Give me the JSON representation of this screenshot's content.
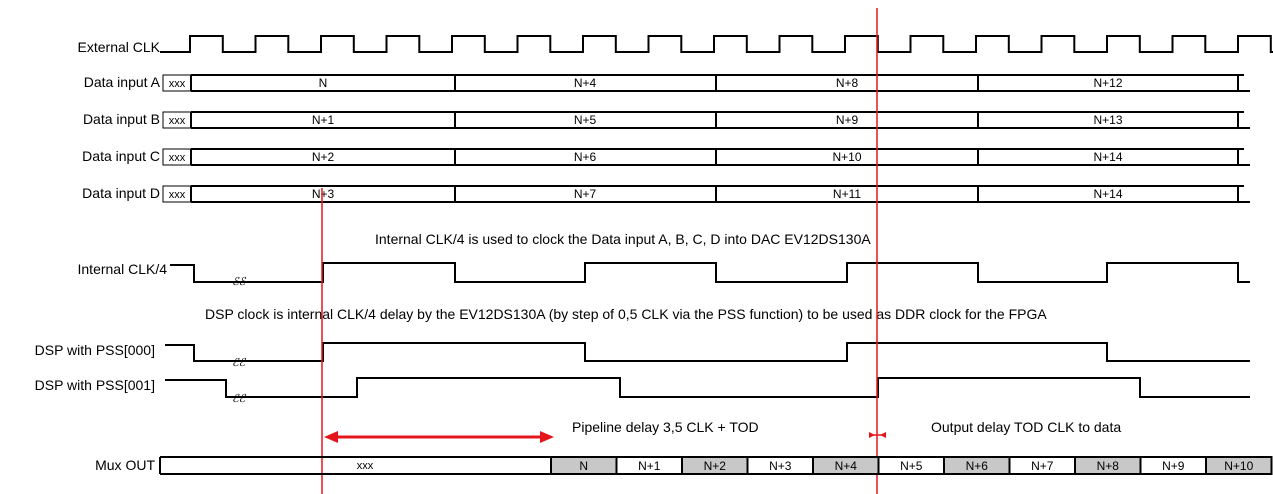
{
  "clock": {
    "label": "External CLK",
    "cycles": 17
  },
  "data_inputs": [
    {
      "label": "Data input A",
      "initial": "xxx",
      "values": [
        "N",
        "N+4",
        "N+8",
        "N+12"
      ]
    },
    {
      "label": "Data input B",
      "initial": "xxx",
      "values": [
        "N+1",
        "N+5",
        "N+9",
        "N+13"
      ]
    },
    {
      "label": "Data input C",
      "initial": "xxx",
      "values": [
        "N+2",
        "N+6",
        "N+10",
        "N+14"
      ]
    },
    {
      "label": "Data input D",
      "initial": "xxx",
      "values": [
        "N+3",
        "N+7",
        "N+11",
        "N+14"
      ]
    }
  ],
  "notes": {
    "internal_clk": "Internal CLK/4 is used to clock the Data input A, B, C, D into DAC EV12DS130A",
    "dsp_clock": "DSP clock is internal CLK/4 delay by the EV12DS130A (by step of 0,5 CLK via the PSS function) to be used as DDR clock for the FPGA",
    "pipeline": "Pipeline delay 3,5 CLK + TOD",
    "output": "Output delay TOD CLK to data"
  },
  "internal_clk": {
    "label": "Internal CLK/4"
  },
  "dsp_signals": [
    {
      "label": "DSP with PSS[000]"
    },
    {
      "label": "DSP with PSS[001]"
    }
  ],
  "skip_symbol": "ℰℰ",
  "mux_out": {
    "label": "Mux OUT",
    "initial": "xxx",
    "values": [
      "N",
      "N+1",
      "N+2",
      "N+3",
      "N+4",
      "N+5",
      "N+6",
      "N+7",
      "N+8",
      "N+9",
      "N+10"
    ]
  },
  "colors": {
    "marker": "#e4161b",
    "shaded_cell": "#c8c8c8",
    "line": "#000000"
  }
}
